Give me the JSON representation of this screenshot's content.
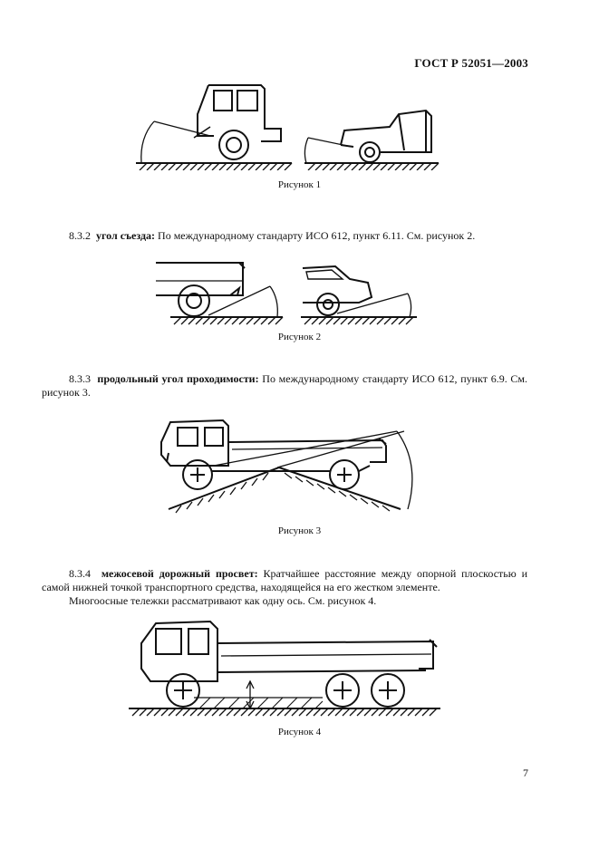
{
  "header": {
    "doc_code": "ГОСТ Р 52051—2003"
  },
  "figures": [
    {
      "caption": "Рисунок 1"
    },
    {
      "caption": "Рисунок 2"
    },
    {
      "caption": "Рисунок 3"
    },
    {
      "caption": "Рисунок 4"
    }
  ],
  "sections": [
    {
      "number": "8.3.2",
      "term": "угол съезда:",
      "text": " По международному стандарту ИСО 612, пункт 6.11. См. рисунок 2."
    },
    {
      "number": "8.3.3",
      "term": "продольный угол проходимости:",
      "text": " По международному стандарту ИСО 612, пункт 6.9. См. рисунок 3."
    },
    {
      "number": "8.3.4",
      "term": "межосевой дорожный просвет:",
      "text": " Кратчайшее расстояние между опорной плоскостью и самой нижней точкой транспортного средства, находящейся на его жестком элементе.",
      "note": "Многоосные тележки рассматривают как одну ось. См. рисунок 4."
    }
  ],
  "page_number": "7"
}
